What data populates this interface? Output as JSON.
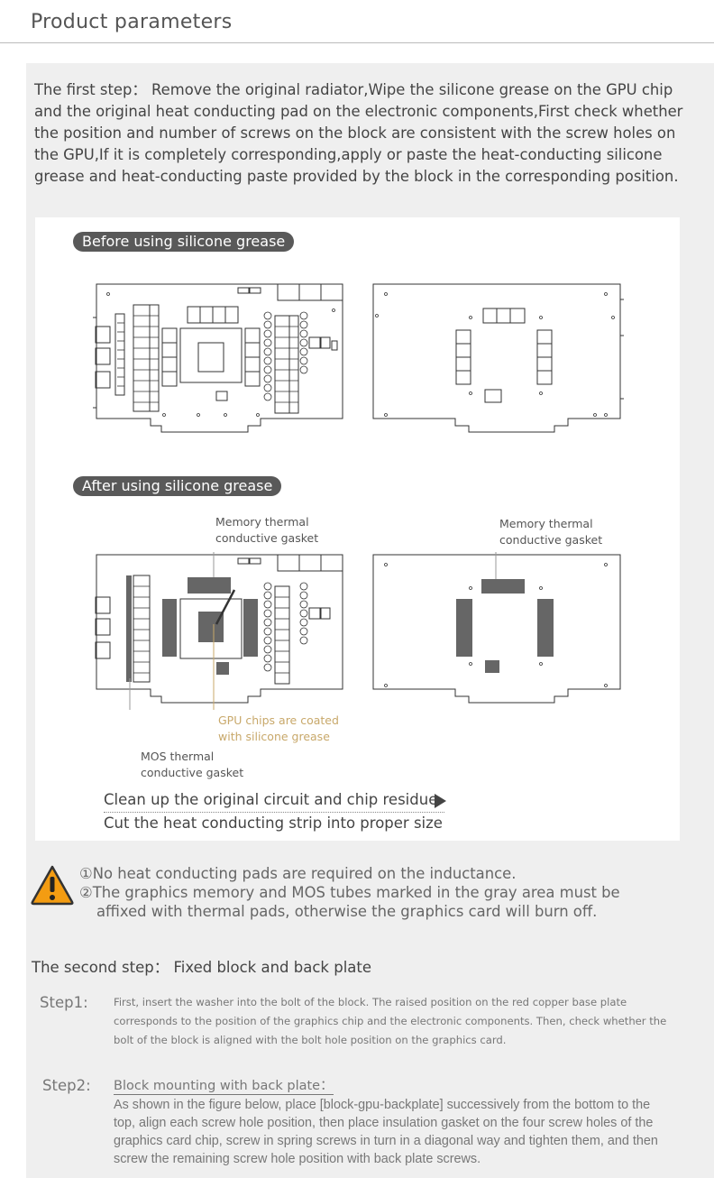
{
  "header": {
    "title": "Product parameters"
  },
  "step1_intro": "The first step： Remove the original radiator,Wipe the silicone grease on the GPU chip and the original heat conducting pad on the electronic components,First check whether the position and number of screws on the block are consistent with the screw holes on the GPU,If it is completely corresponding,apply or paste the heat-conducting silicone grease and heat-conducting paste provided by the block in the corresponding position.",
  "diagram": {
    "before_label": "Before using silicone grease",
    "after_label": "After using silicone grease",
    "memory_callout_left": [
      "Memory thermal",
      "conductive gasket"
    ],
    "memory_callout_right": [
      "Memory thermal",
      "conductive gasket"
    ],
    "gpu_callout": [
      "GPU chips are coated",
      "with silicone grease"
    ],
    "mos_callout": [
      "MOS thermal",
      "conductive gasket"
    ],
    "clean_text": "Clean up the original circuit and chip residue",
    "cut_text": "Cut the heat conducting strip into proper size",
    "colors": {
      "pill": "#595959",
      "gasket": "#666666",
      "gold": "#c8a86a"
    }
  },
  "warning": {
    "icon": "warning-triangle-icon",
    "line1": "①No heat conducting pads are required on the inductance.",
    "line2": "②The graphics memory and MOS tubes marked in the gray area must be",
    "line3": "affixed with thermal pads, otherwise the graphics card will burn off."
  },
  "second_step": {
    "title": "The second step： Fixed block and back plate",
    "step1_label": "Step1:",
    "step1_text": "First, insert the washer into the bolt of the block. The raised position on the red copper base plate corresponds to the position of the graphics chip and the electronic components. Then, check whether the bolt of the block is aligned with the bolt hole position on the graphics card.",
    "step2_label": "Step2:",
    "step2_heading": "Block mounting with back plate：",
    "step2_text": "As shown in the figure below, place [block-gpu-backplate] successively from the bottom to the top, align each screw hole position, then place insulation gasket on the four screw holes of the graphics card chip, screw in spring screws in turn in a diagonal way and tighten them, and then screw the remaining screw hole position with back plate screws."
  }
}
